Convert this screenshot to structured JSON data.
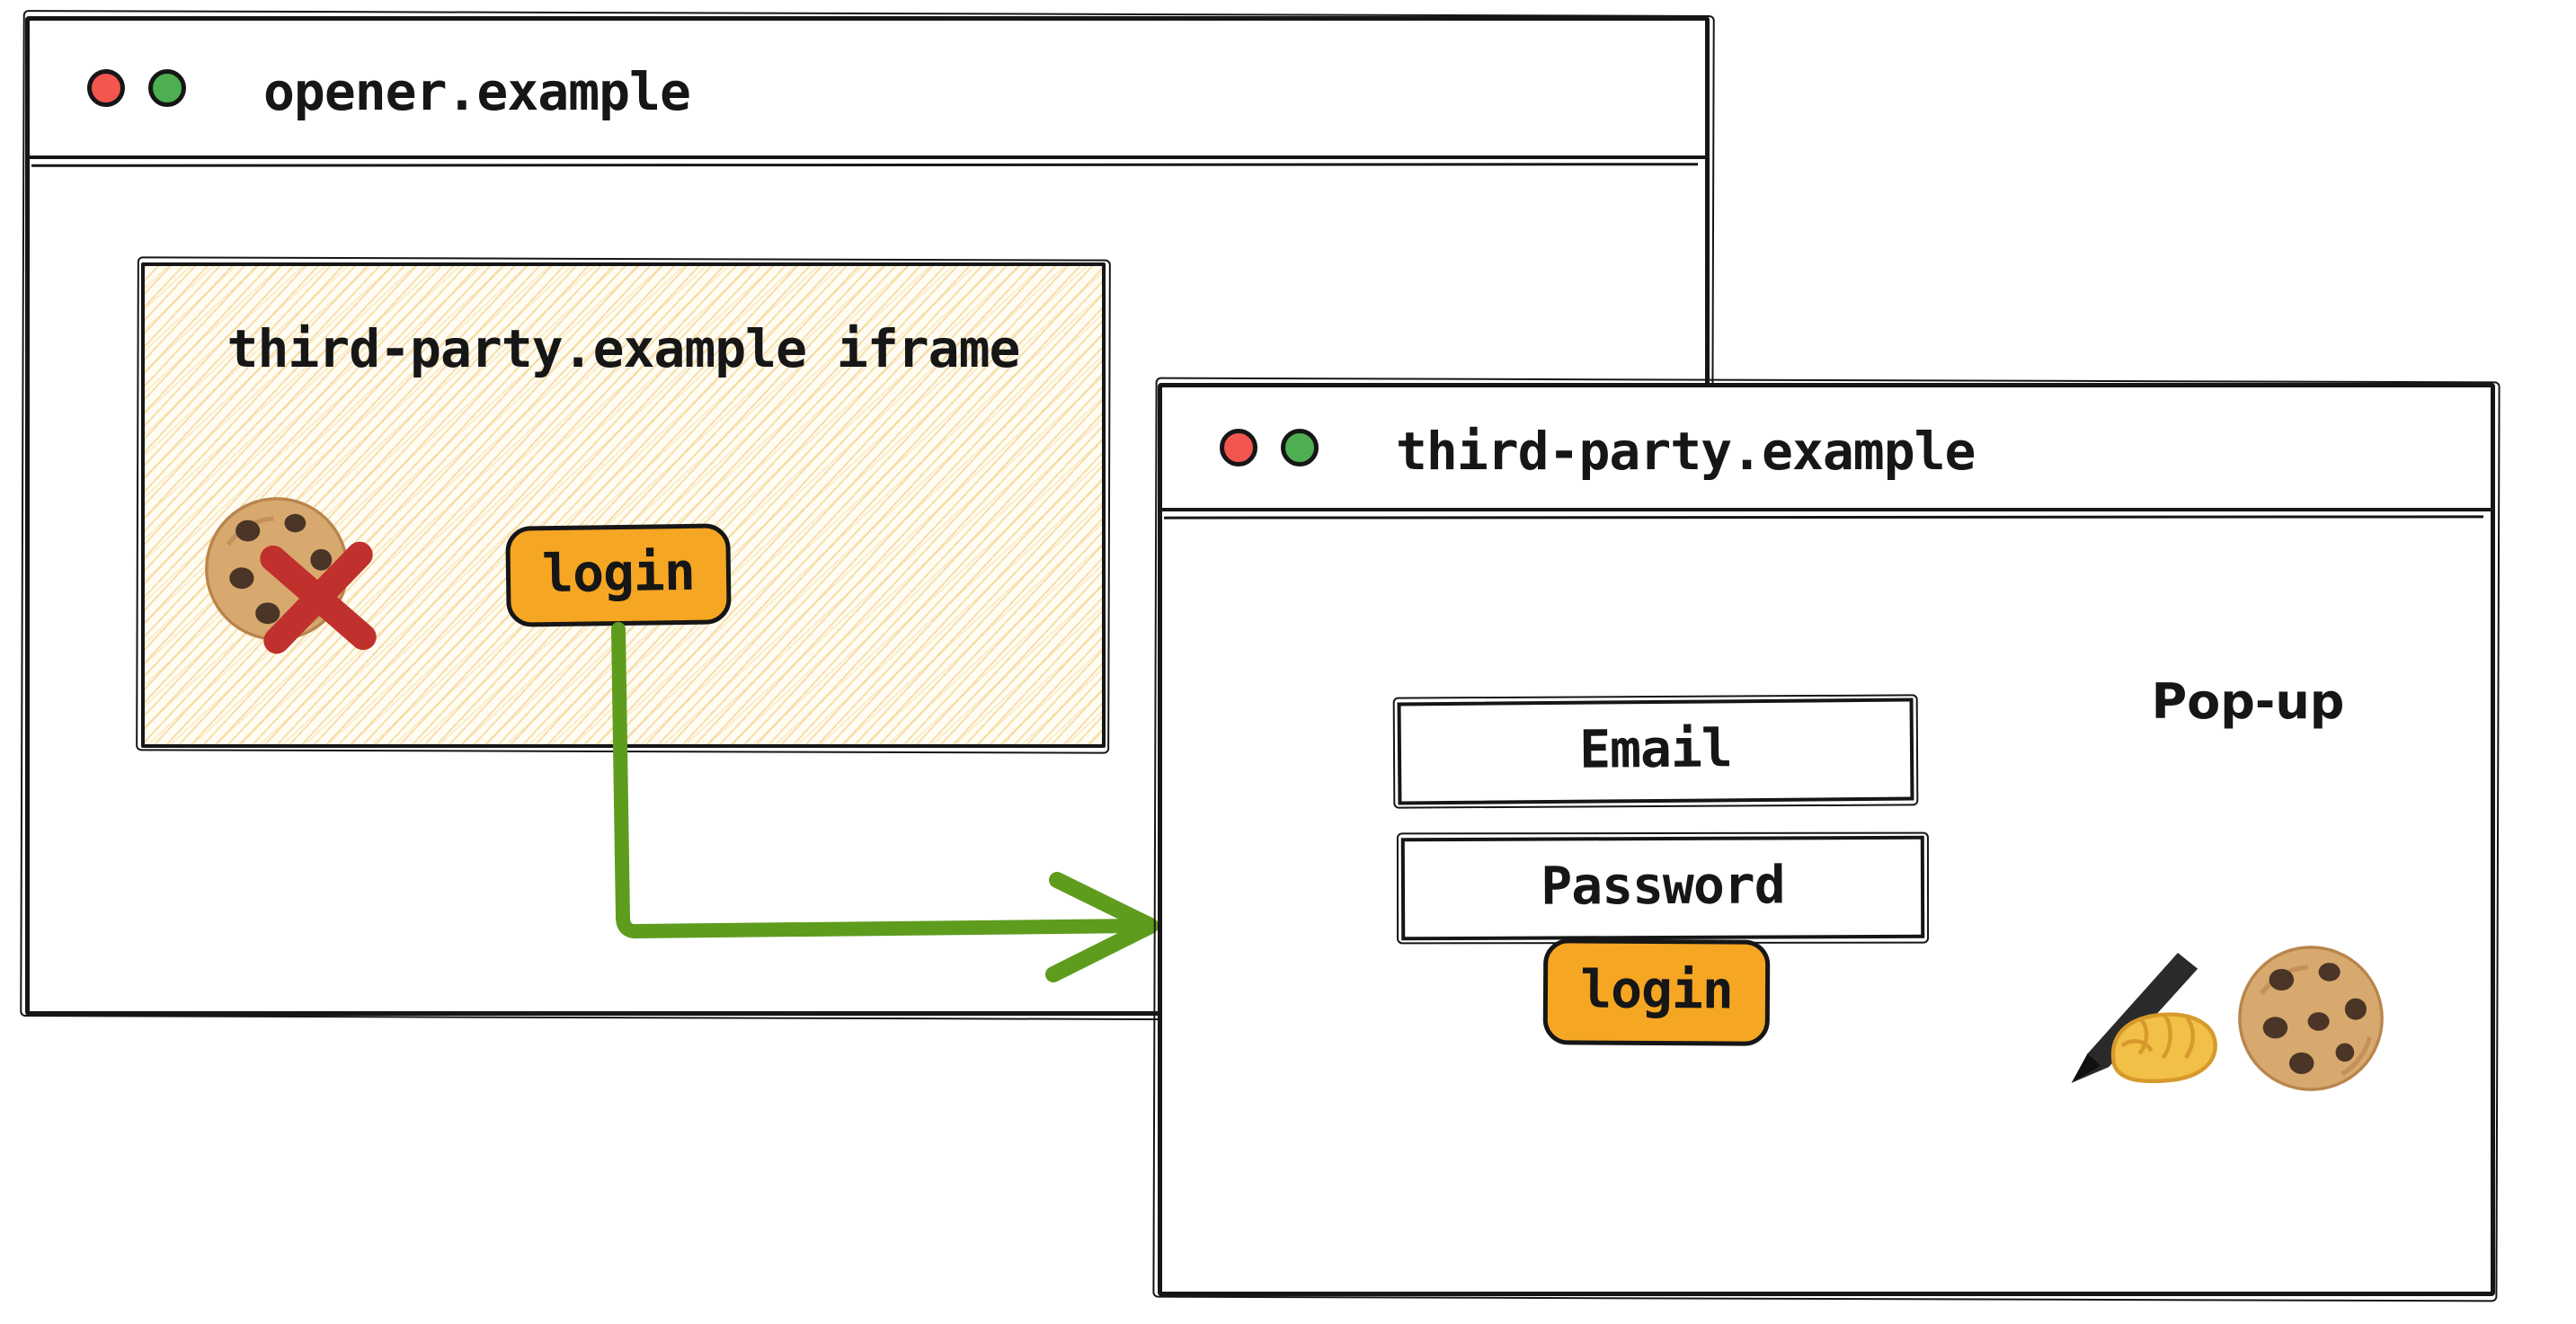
{
  "opener_window": {
    "title": "opener.example",
    "window_controls": [
      "red",
      "green"
    ],
    "iframe": {
      "title": "third-party.example iframe",
      "login_button": "login",
      "icons": [
        "cookie-icon",
        "blocked-cross-icon"
      ]
    }
  },
  "popup_window": {
    "title": "third-party.example",
    "window_controls": [
      "red",
      "green"
    ],
    "label": "Pop-up",
    "email_field": "Email",
    "password_field": "Password",
    "login_button": "login",
    "icons": [
      "writing-hand-icon",
      "cookie-icon"
    ]
  },
  "arrow": {
    "from": "iframe-login-button",
    "to": "popup-window",
    "color": "#5E9C1E"
  },
  "colors": {
    "ink": "#161616",
    "button_orange": "#F5A623",
    "arrow_green": "#5E9C1E",
    "blocked_cross_red": "#C0302C",
    "traffic_dot_red": "#F2564F",
    "traffic_dot_green": "#4DAF51",
    "hatch_paper": "#FFFDF3",
    "hatch_line": "#F2C97A"
  }
}
